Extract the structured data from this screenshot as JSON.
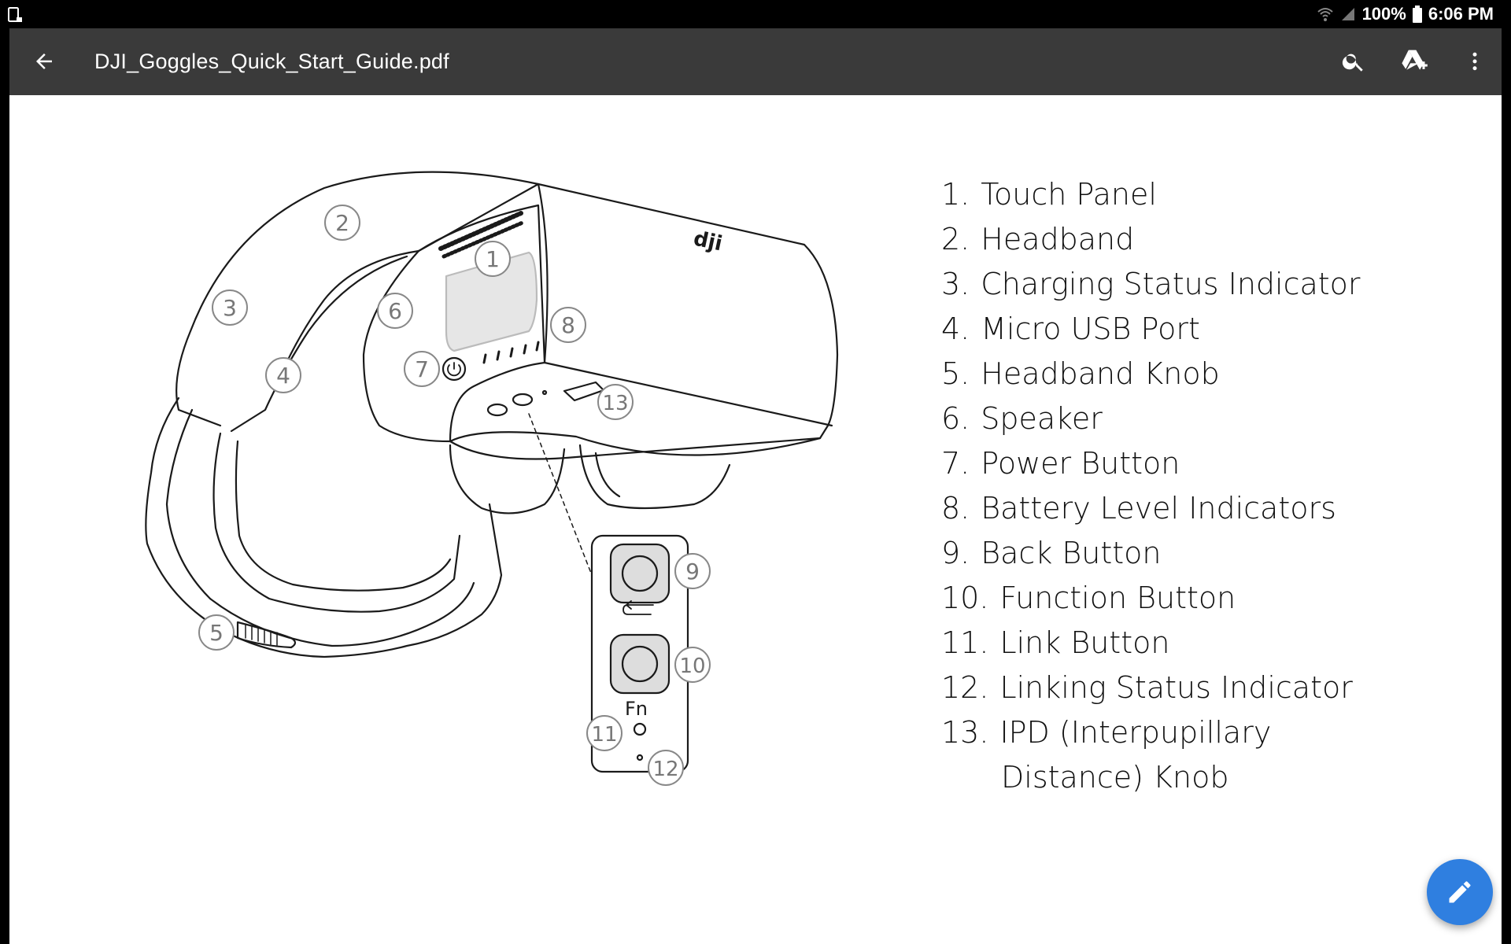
{
  "status_bar": {
    "battery": "100%",
    "time": "6:06 PM"
  },
  "app_bar": {
    "title": "DJI_Goggles_Quick_Start_Guide.pdf",
    "icons": [
      "arrow-back-icon",
      "search-icon",
      "drive-add-icon",
      "more-vert-icon"
    ]
  },
  "diagram": {
    "callouts": [
      "1",
      "2",
      "3",
      "4",
      "5",
      "6",
      "7",
      "8",
      "9",
      "10",
      "11",
      "12",
      "13"
    ],
    "logo": "dji",
    "fn_label": "Fn"
  },
  "legend": {
    "items": [
      {
        "num": "1.",
        "label": "Touch Panel"
      },
      {
        "num": "2.",
        "label": "Headband"
      },
      {
        "num": "3.",
        "label": "Charging Status Indicator"
      },
      {
        "num": "4.",
        "label": "Micro USB Port"
      },
      {
        "num": "5.",
        "label": "Headband Knob"
      },
      {
        "num": "6.",
        "label": "Speaker"
      },
      {
        "num": "7.",
        "label": "Power Button"
      },
      {
        "num": "8.",
        "label": "Battery Level Indicators"
      },
      {
        "num": "9.",
        "label": "Back Button"
      },
      {
        "num": "10.",
        "label": "Function Button"
      },
      {
        "num": "11.",
        "label": "Link Button"
      },
      {
        "num": "12.",
        "label": "Linking Status Indicator"
      },
      {
        "num": "13.",
        "label": "IPD (Interpupillary"
      },
      {
        "num": "",
        "label": "Distance) Knob"
      }
    ]
  },
  "fab": {
    "icon": "edit-icon"
  },
  "colors": {
    "app_bar": "#3a3a3a",
    "fab": "#2f7fe0",
    "status_bar": "#000000"
  }
}
